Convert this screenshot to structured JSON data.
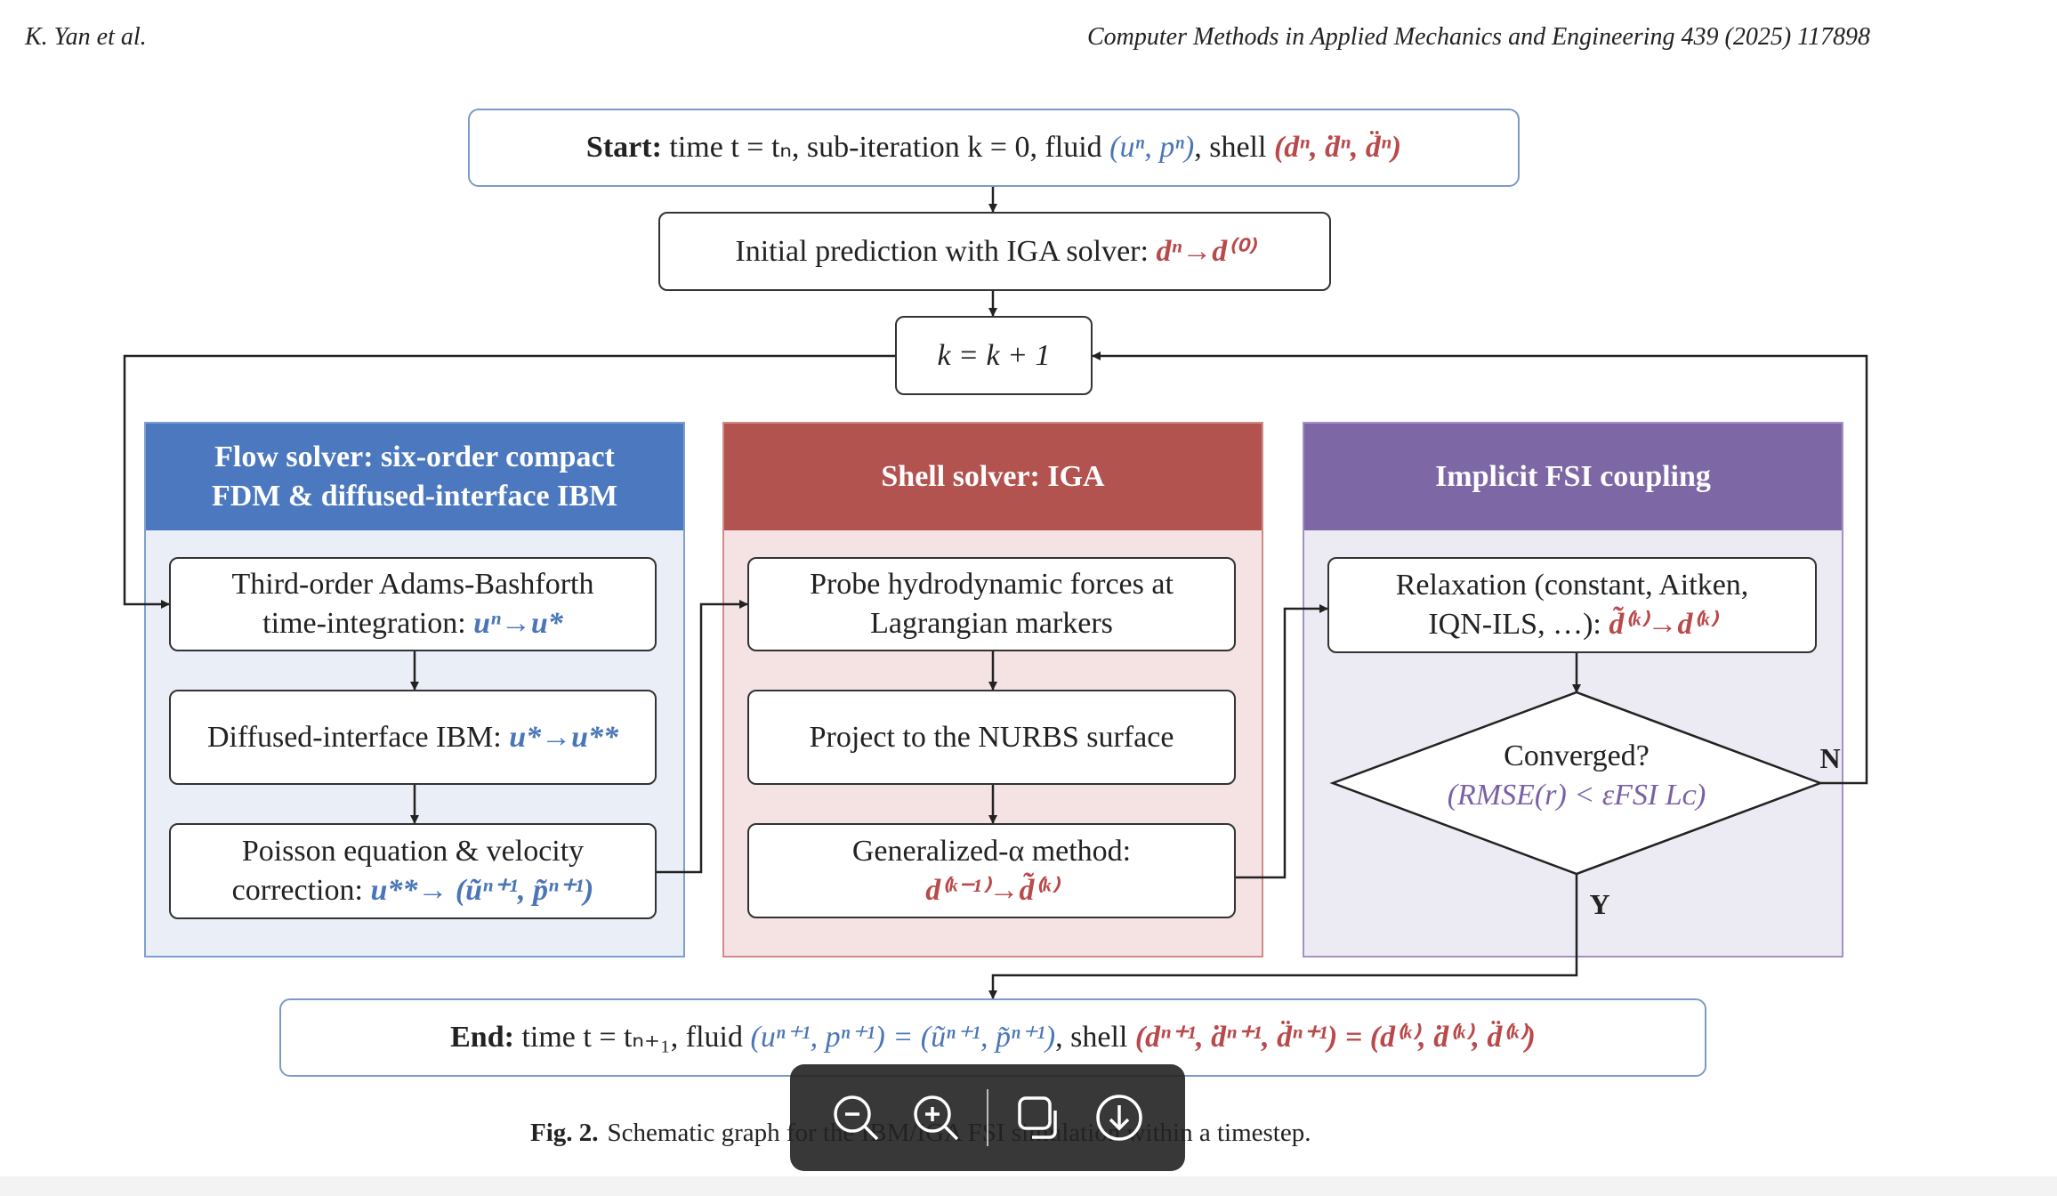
{
  "header": {
    "authors": "K. Yan et al.",
    "journal": "Computer Methods in Applied Mechanics and Engineering 439 (2025) 117898"
  },
  "flow": {
    "start": {
      "label": "Start:",
      "text": " time t = tₙ, sub-iteration k = 0, fluid ",
      "fluid": "(uⁿ, pⁿ)",
      "shell_label": ", shell ",
      "shell": "(dⁿ, ḋⁿ, d̈ⁿ)"
    },
    "predict": {
      "text": "Initial prediction with IGA solver: ",
      "formula": "dⁿ→d⁽⁰⁾"
    },
    "iterate": "k = k + 1",
    "end": {
      "label": "End:",
      "text": " time t = tₙ₊₁, fluid ",
      "fluid": "(uⁿ⁺¹, pⁿ⁺¹) = (ũⁿ⁺¹, p̃ⁿ⁺¹)",
      "shell_label": ", shell ",
      "shell": "(dⁿ⁺¹, ḋⁿ⁺¹, d̈ⁿ⁺¹) = (d⁽ᵏ⁾, ḋ⁽ᵏ⁾, d̈⁽ᵏ⁾)"
    }
  },
  "panels": {
    "flow_solver": {
      "title_line1": "Flow solver: six-order compact",
      "title_line2": "FDM & diffused-interface IBM",
      "step1_line1": "Third-order Adams-Bashforth",
      "step1_line2": "time-integration: ",
      "step1_formula": "uⁿ→u*",
      "step2_text": "Diffused-interface IBM: ",
      "step2_formula": "u*→u**",
      "step3_line1": "Poisson equation & velocity",
      "step3_line2": "correction: ",
      "step3_formula": "u**→ (ũⁿ⁺¹, p̃ⁿ⁺¹)"
    },
    "shell_solver": {
      "title": "Shell solver: IGA",
      "step1_line1": "Probe hydrodynamic forces at",
      "step1_line2": "Lagrangian markers",
      "step2": "Project to the NURBS surface",
      "step3_line1": "Generalized-α method:",
      "step3_formula": "d⁽ᵏ⁻¹⁾→d̃⁽ᵏ⁾"
    },
    "coupling": {
      "title": "Implicit FSI coupling",
      "step1_line1": "Relaxation (constant, Aitken,",
      "step1_line2": "IQN-ILS, …): ",
      "step1_formula": "d̃⁽ᵏ⁾→d⁽ᵏ⁾",
      "decision_line1": "Converged?",
      "decision_line2": "(RMSE(r) < εFSI Lᴄ)",
      "no_label": "N",
      "yes_label": "Y"
    }
  },
  "caption": {
    "label": "Fig. 2.",
    "text": "Schematic graph for the IBM/IGA FSI simulation within a timestep."
  },
  "viewer_toolbar": [
    "zoom-out-icon",
    "zoom-in-icon",
    "copy-icon",
    "download-icon"
  ],
  "colors": {
    "flow_header": "#4b78be",
    "flow_body": "#e9eef7",
    "flow_border": "#7e9fd0",
    "shell_header": "#b3534f",
    "shell_body": "#f5e3e3",
    "shell_border": "#cf8b88",
    "coupling_header": "#7e67a5",
    "coupling_body": "#eceaf3",
    "coupling_border": "#a492c6",
    "math_blue": "#4a76b8",
    "math_red": "#b9494a",
    "math_purple": "#7a61a6"
  }
}
